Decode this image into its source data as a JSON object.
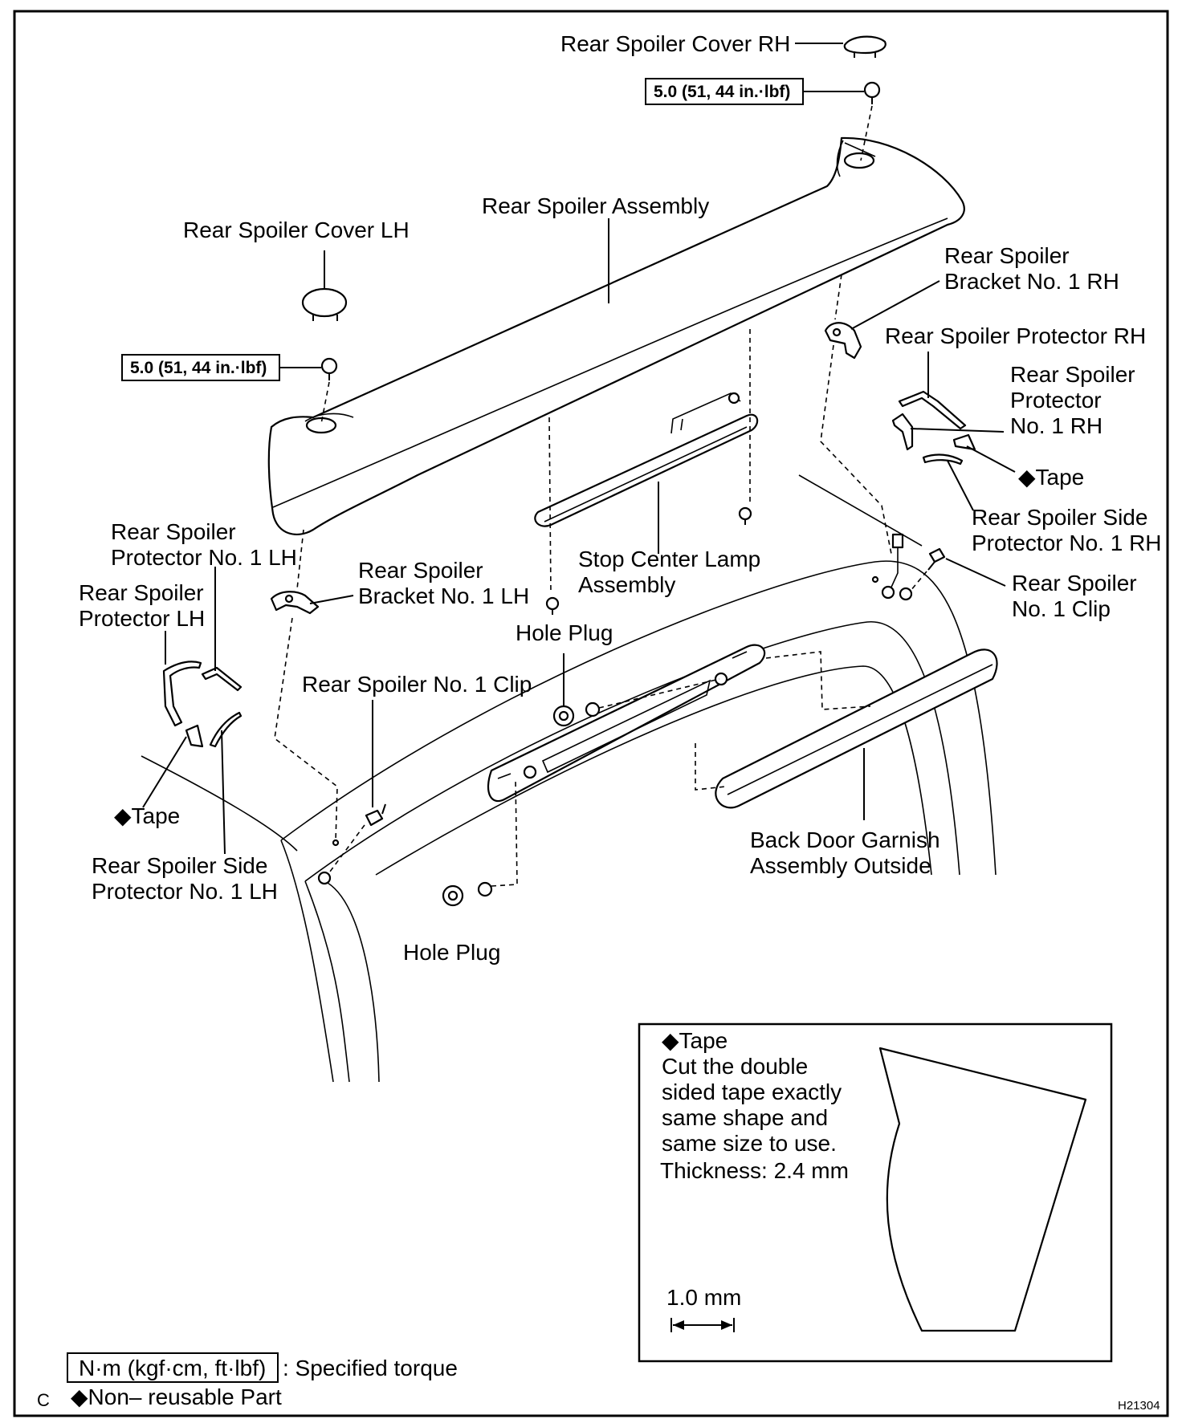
{
  "labels": {
    "cover_rh": "Rear Spoiler Cover RH",
    "torque_top": "5.0 (51, 44 in.·lbf)",
    "spoiler_assembly": "Rear Spoiler Assembly",
    "cover_lh": "Rear Spoiler Cover LH",
    "bracket_rh_l1": "Rear Spoiler",
    "bracket_rh_l2": "Bracket No. 1 RH",
    "protector_rh": "Rear Spoiler Protector RH",
    "protector_no1_rh_l1": "Rear Spoiler",
    "protector_no1_rh_l2": "Protector",
    "protector_no1_rh_l3": "No. 1 RH",
    "tape_rh": "◆Tape",
    "side_protector_rh_l1": "Rear Spoiler Side",
    "side_protector_rh_l2": "Protector No. 1 RH",
    "clip_rh_l1": "Rear Spoiler",
    "clip_rh_l2": "No. 1 Clip",
    "torque_left": "5.0 (51, 44 in.·lbf)",
    "protector_no1_lh_l1": "Rear Spoiler",
    "protector_no1_lh_l2": "Protector No. 1 LH",
    "protector_lh_l1": "Rear Spoiler",
    "protector_lh_l2": "Protector LH",
    "bracket_lh_l1": "Rear Spoiler",
    "bracket_lh_l2": "Bracket No. 1 LH",
    "stop_lamp_l1": "Stop Center Lamp",
    "stop_lamp_l2": "Assembly",
    "hole_plug_upper": "Hole Plug",
    "clip_lh": "Rear Spoiler No. 1 Clip",
    "tape_lh": "◆Tape",
    "side_protector_lh_l1": "Rear Spoiler Side",
    "side_protector_lh_l2": "Protector No. 1 LH",
    "garnish_l1": "Back Door Garnish",
    "garnish_l2": "Assembly Outside",
    "hole_plug_lower": "Hole Plug"
  },
  "inset": {
    "title": "◆Tape",
    "line1": "Cut the double",
    "line2": "sided tape exactly",
    "line3": "same shape and",
    "line4": "same size to use.",
    "thickness": "Thickness: 2.4 mm",
    "scale": "1.0 mm"
  },
  "legend": {
    "torque_units": "N·m (kgf·cm, ft·lbf)",
    "torque_desc": ": Specified torque",
    "nonreusable": "◆Non– reusable Part",
    "corner_mark": "C"
  },
  "figure_id": "H21304"
}
